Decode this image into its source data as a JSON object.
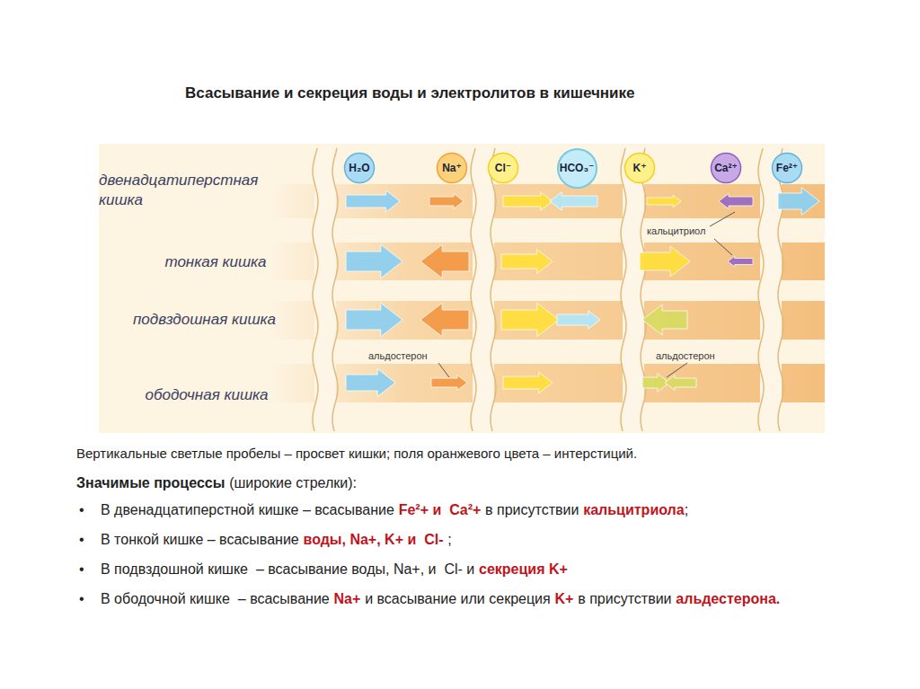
{
  "diagram": {
    "title": "Всасывание и секреция воды и электролитов в кишечнике",
    "nodes": [
      {
        "text": [
          "H₂O"
        ]
      },
      {
        "text": [
          "Na⁺"
        ]
      },
      {
        "text": [
          "Cl⁻"
        ]
      },
      {
        "text": [
          "HCO₃⁻"
        ]
      },
      {
        "text": [
          "K⁺"
        ]
      },
      {
        "text": [
          "Ca²⁺"
        ]
      },
      {
        "text": [
          "Fe²⁺"
        ]
      }
    ],
    "labels": [
      "двенадцатиперстная кишка",
      "тонкая кишка",
      "подвздошная кишка",
      "ободочная кишка",
      "кальцитриол",
      "альдостерон",
      "альдостерон",
      "Вертикальные светлые пробелы – просвет кишки; поля оранжевого цвета – интерстиций.",
      "Значимые процессы",
      "(широкие стрелки):",
      "•",
      "В двенадцатиперстной кишке – всасывание",
      "Fe²+ и  Ca²+",
      "в присутствии",
      "кальцитриола",
      ";",
      "•",
      "В тонкой кишке – всасывание",
      "воды, Na+, K+ и  Cl-",
      ";",
      "•",
      "В подвздошной кишке  – всасывание воды, Na+, и  Cl- и",
      "секреция K+",
      "•",
      "В ободочной кишке  – всасывание",
      "Na+",
      "и всасывание или секреция",
      "K+",
      "в присутствии",
      "альдестерона."
    ]
  }
}
